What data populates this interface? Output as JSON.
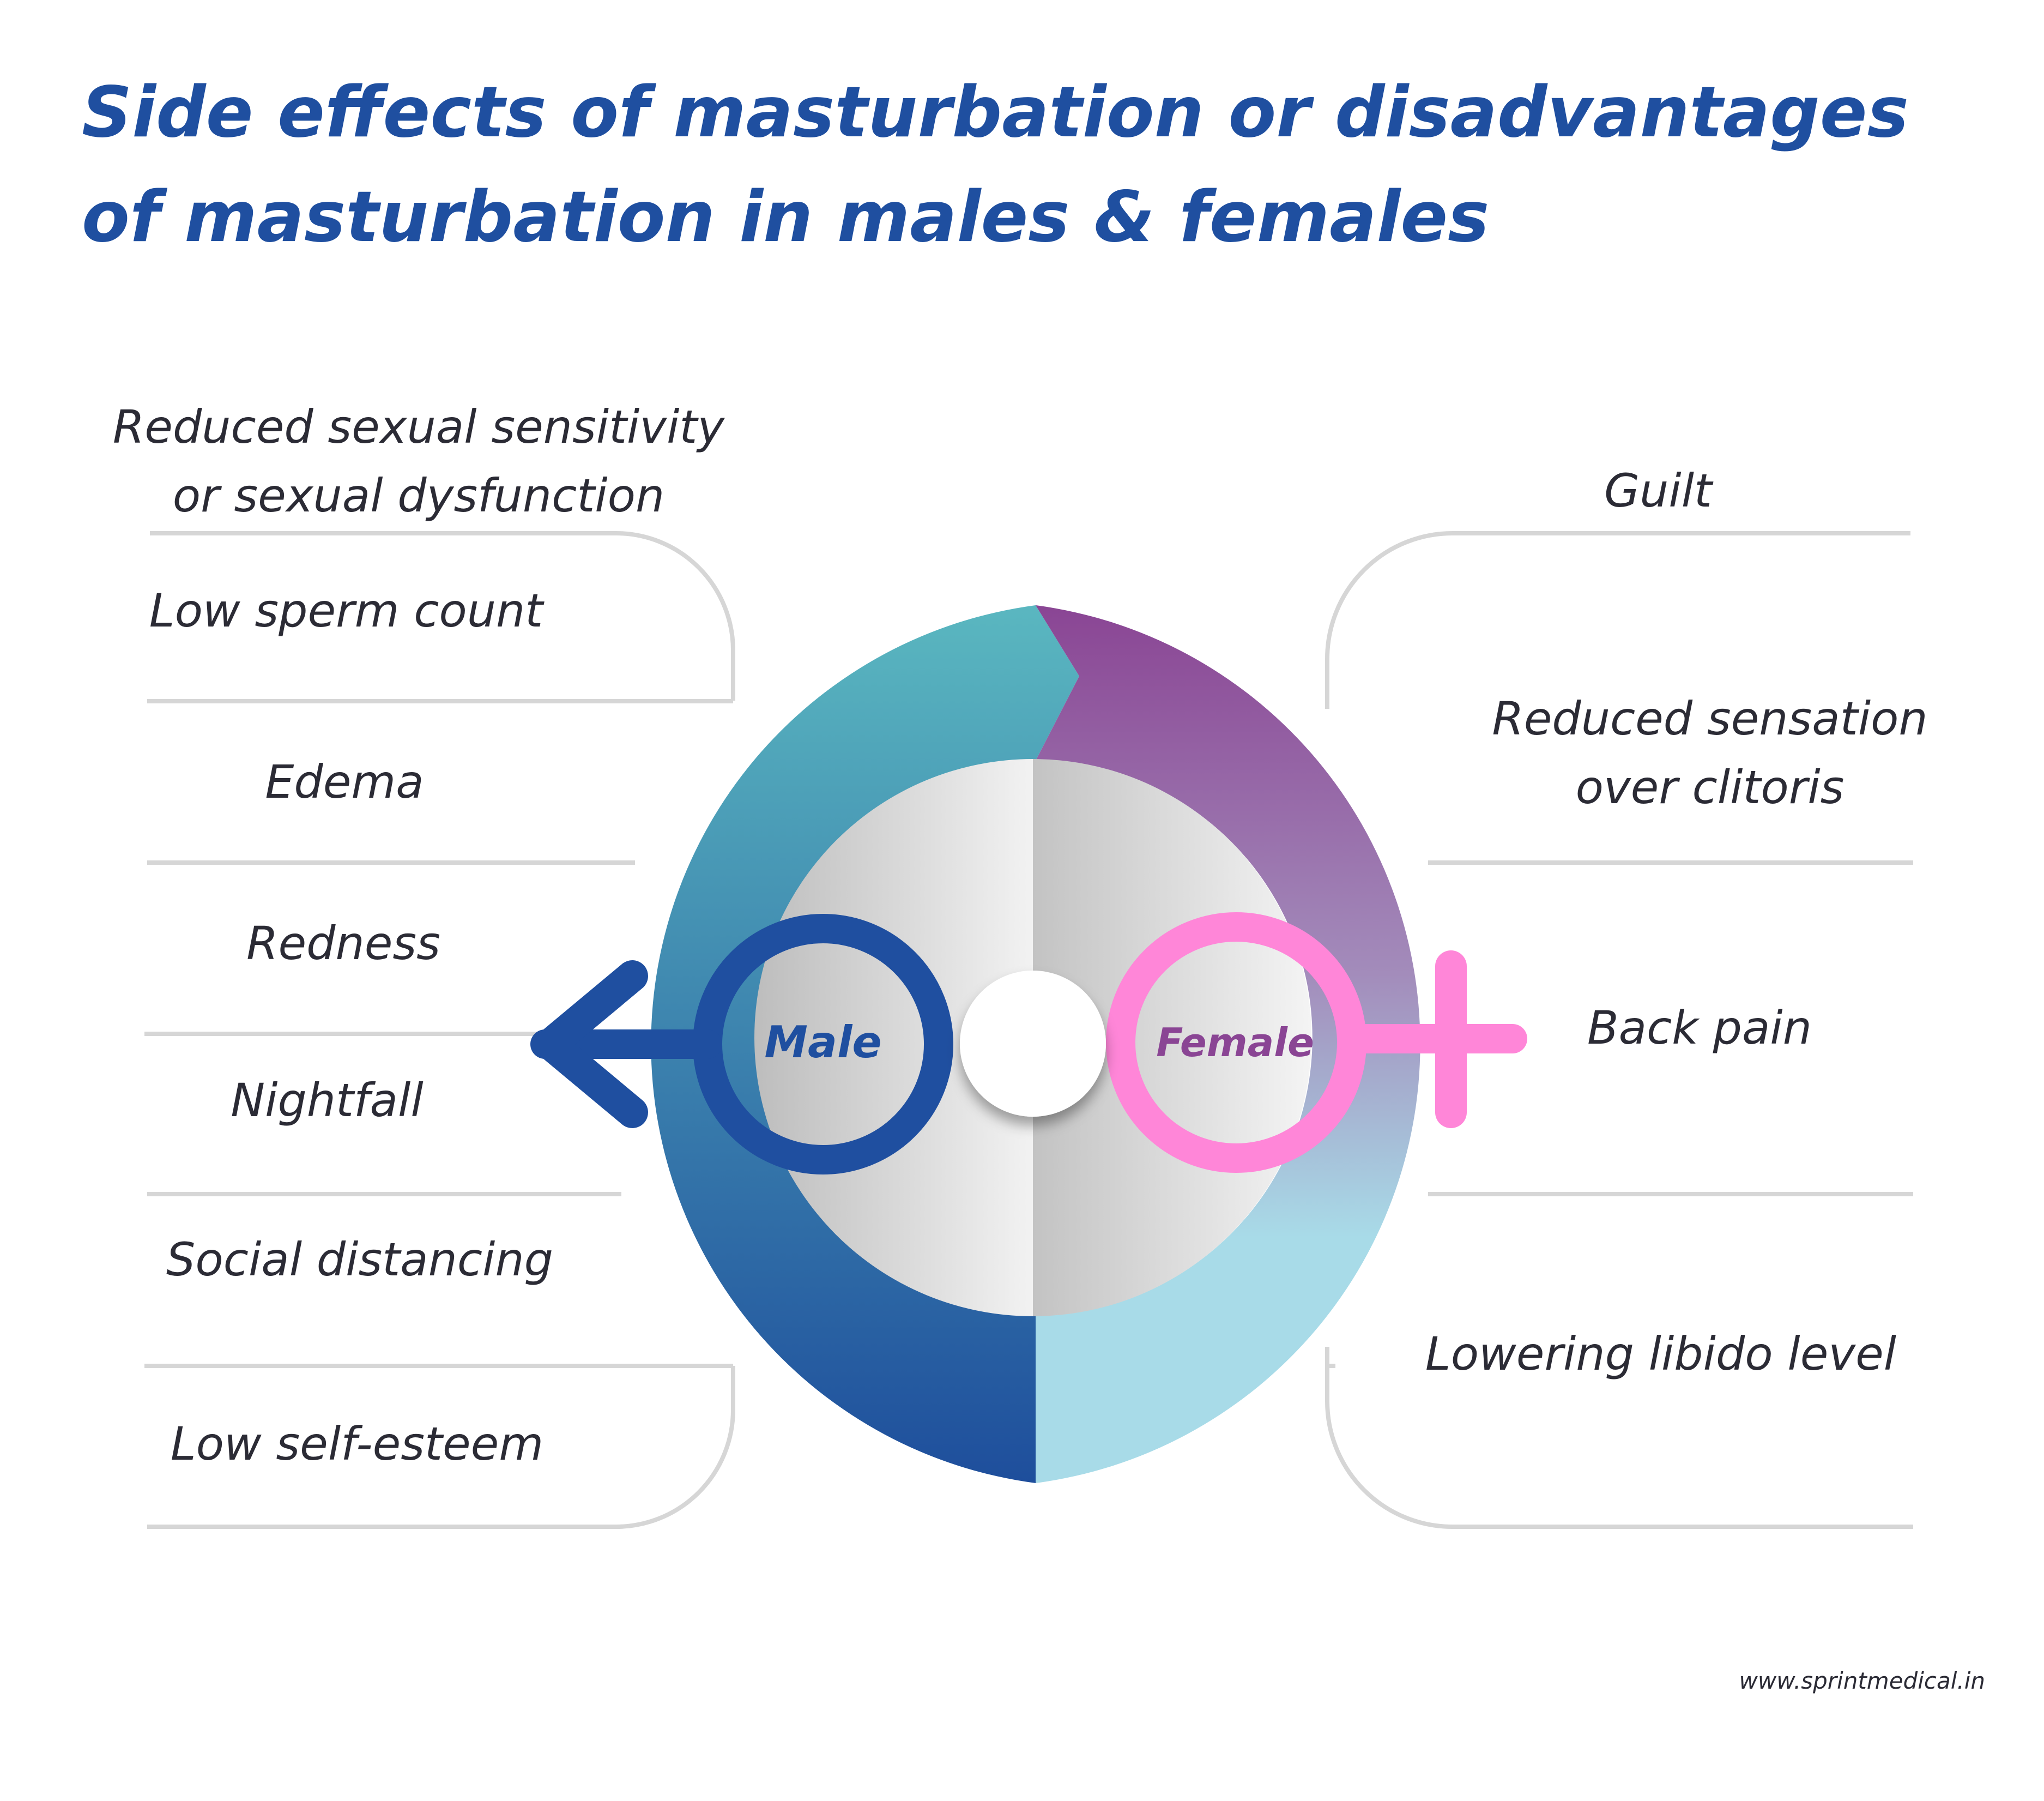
{
  "title": {
    "line1": "Side effects of masturbation or disadvantages",
    "line2": "of masturbation in males & females"
  },
  "male": {
    "label": "Male",
    "effects": [
      "Reduced sexual sensitivity\nor sexual dysfunction",
      "Low sperm count",
      "Edema",
      "Redness",
      "Nightfall",
      "Social distancing",
      "Low self-esteem"
    ]
  },
  "female": {
    "label": "Female",
    "effects": [
      "Guilt",
      "Reduced sensation\nover clitoris",
      "Back pain",
      "Lowering libido level"
    ]
  },
  "website": "www.sprintmedical.in",
  "colors": {
    "title": "#1f4fa0",
    "text": "#2b2b35",
    "male_ring_top": "#5ab7c0",
    "male_ring_bottom": "#1e4e9c",
    "female_ring_top": "#8a4594",
    "female_ring_bottom": "#a8dbe8",
    "male_symbol": "#1f4fa0",
    "female_symbol": "#ff86d8",
    "female_label": "#8a4594",
    "divider": "#d6d6d6"
  },
  "icons": [
    "male-symbol-icon",
    "female-symbol-icon"
  ]
}
